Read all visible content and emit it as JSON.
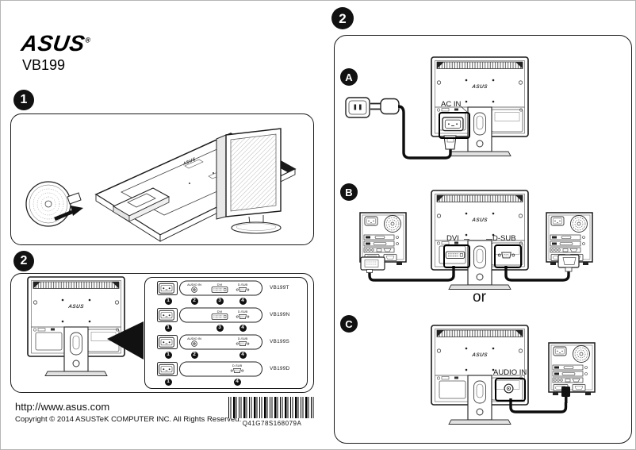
{
  "brand": {
    "logo": "ASUS",
    "registered": "®",
    "model": "VB199"
  },
  "steps": {
    "step1": "1",
    "step2": "2"
  },
  "sections": {
    "a": "A",
    "b": "B",
    "c": "C",
    "or": "or"
  },
  "labels": {
    "ac_in": "AC IN",
    "dvi": "DVI",
    "d_sub": "D-SUB",
    "audio_in": "AUDIO IN"
  },
  "monitor_logo": "ASUS",
  "models_panel": {
    "rows": [
      {
        "name": "VB199T",
        "ports": {
          "audio": "AUDIO IN",
          "dvi": "DVI",
          "dsub": "D-SUB"
        },
        "nums": [
          "1",
          "2",
          "3",
          "4"
        ]
      },
      {
        "name": "VB199N",
        "ports": {
          "dvi": "DVI",
          "dsub": "D-SUB"
        },
        "nums": [
          "1",
          "3",
          "4"
        ]
      },
      {
        "name": "VB199S",
        "ports": {
          "audio": "AUDIO IN",
          "dsub": "D-SUB"
        },
        "nums": [
          "1",
          "2",
          "4"
        ]
      },
      {
        "name": "VB199D",
        "ports": {
          "dsub": "D-SUB"
        },
        "nums": [
          "1",
          "4"
        ]
      }
    ]
  },
  "footer": {
    "url": "http://www.asus.com",
    "copyright": "Copyright © 2014 ASUSTeK COMPUTER INC. All Rights Reserved.",
    "barcode_text": "Q41G78S168079A"
  }
}
